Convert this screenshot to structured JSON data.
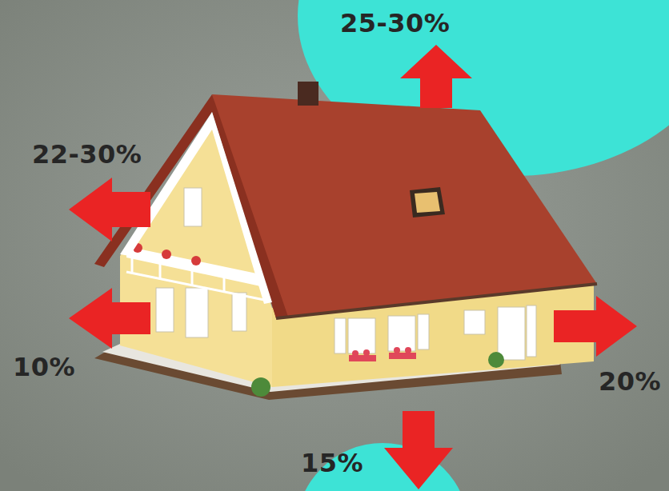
{
  "diagram": {
    "labels": [
      "25-30%",
      "22-30%",
      "10%",
      "20%",
      "15%"
    ]
  }
}
